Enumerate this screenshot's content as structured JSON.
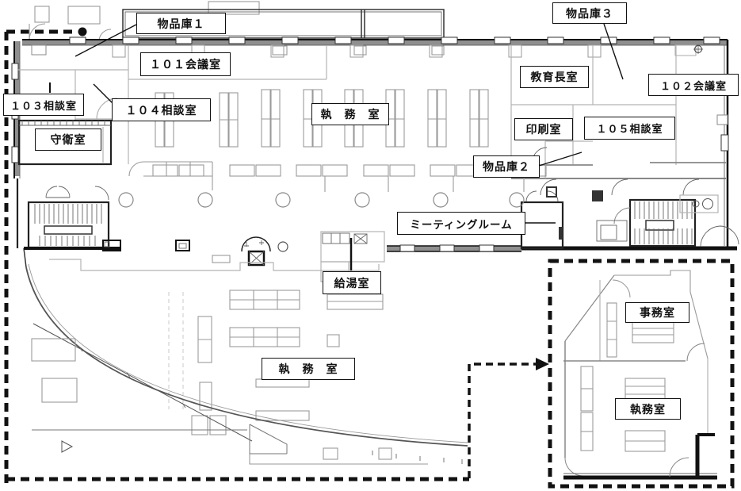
{
  "drawing": {
    "kind": "floor-plan",
    "colors": {
      "line": "#333333",
      "light_wall": "#b3b3b3",
      "boundary": "#111111",
      "background": "#ffffff"
    }
  },
  "labels": {
    "storage1": "物品庫１",
    "storage3": "物品庫３",
    "meeting101": "１０１会議室",
    "consult103": "１０３相談室",
    "consult104": "１０４相談室",
    "guard": "守衛室",
    "office_upper": "執　務　室",
    "superintendent": "教育長室",
    "meeting102": "１０２会議室",
    "print": "印刷室",
    "consult105": "１０５相談室",
    "storage2": "物品庫２",
    "meeting_room": "ミーティングルーム",
    "kitchenette": "給湯室",
    "office_lower": "執　務　室",
    "inset_admin_office": "事務室",
    "inset_exec_office": "執務室"
  }
}
